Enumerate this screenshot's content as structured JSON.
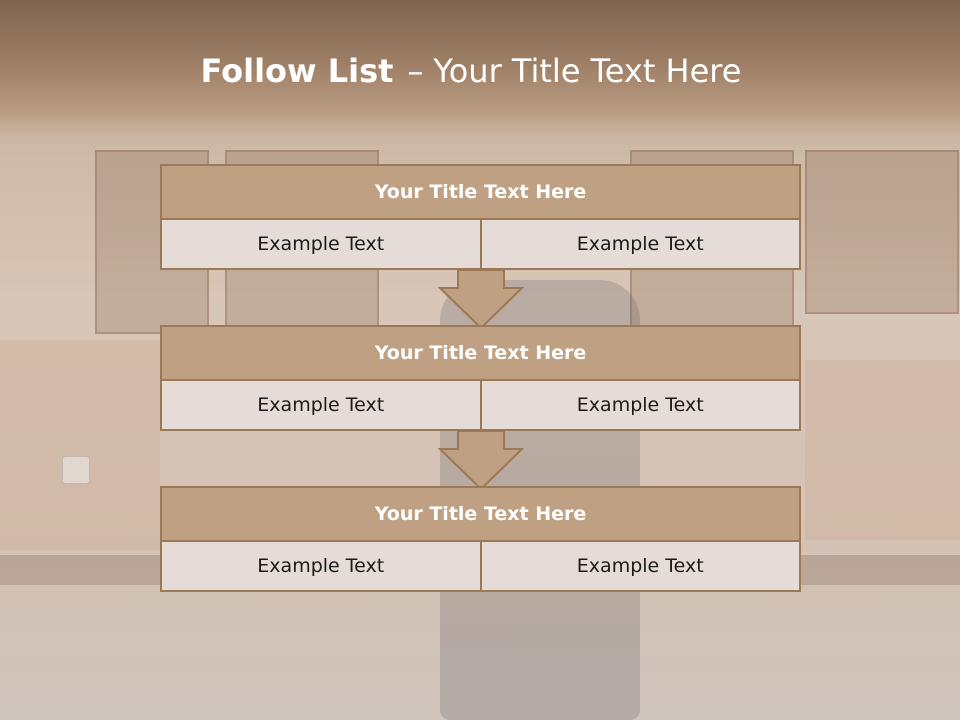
{
  "slide": {
    "title_bold": "Follow List",
    "title_dash": "–",
    "title_rest": "Your Title Text Here"
  },
  "blocks": [
    {
      "title": "Your Title Text Here",
      "left": "Example Text",
      "right": "Example Text"
    },
    {
      "title": "Your Title Text Here",
      "left": "Example Text",
      "right": "Example Text"
    },
    {
      "title": "Your Title Text Here",
      "left": "Example Text",
      "right": "Example Text"
    }
  ],
  "colors": {
    "header_fill": "#c0a083",
    "border": "#9c7857",
    "cell_fill": "#e6dcd7",
    "title_text": "#ffffff"
  }
}
